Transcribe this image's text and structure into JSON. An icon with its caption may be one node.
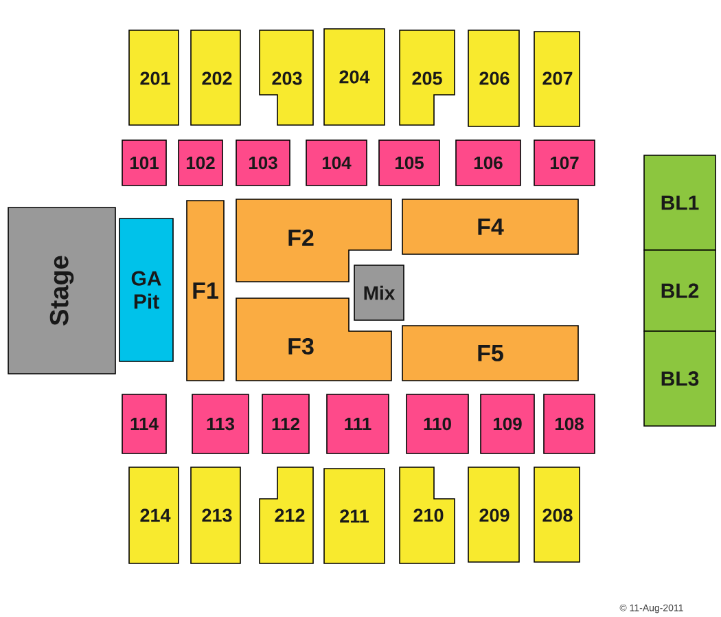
{
  "diagram": {
    "nodes": [
      {
        "text": [
          "201"
        ]
      },
      {
        "text": [
          "202"
        ]
      },
      {
        "text": [
          "203"
        ]
      },
      {
        "text": [
          "204"
        ]
      },
      {
        "text": [
          "205"
        ]
      },
      {
        "text": [
          "206"
        ]
      },
      {
        "text": [
          "207"
        ]
      },
      {
        "text": [
          "101"
        ]
      },
      {
        "text": [
          "102"
        ]
      },
      {
        "text": [
          "103"
        ]
      },
      {
        "text": [
          "104"
        ]
      },
      {
        "text": [
          "105"
        ]
      },
      {
        "text": [
          "106"
        ]
      },
      {
        "text": [
          "107"
        ]
      },
      {
        "text": [
          "Stage"
        ]
      },
      {
        "text": [
          "GA Pit"
        ]
      },
      {
        "text": [
          "F1"
        ]
      },
      {
        "text": [
          "F2"
        ]
      },
      {
        "text": [
          "F4"
        ]
      },
      {
        "text": [
          "Mix"
        ]
      },
      {
        "text": [
          "F3"
        ]
      },
      {
        "text": [
          "F5"
        ]
      },
      {
        "text": [
          "BL1"
        ]
      },
      {
        "text": [
          "BL2"
        ]
      },
      {
        "text": [
          "BL3"
        ]
      },
      {
        "text": [
          "114"
        ]
      },
      {
        "text": [
          "113"
        ]
      },
      {
        "text": [
          "112"
        ]
      },
      {
        "text": [
          "111"
        ]
      },
      {
        "text": [
          "110"
        ]
      },
      {
        "text": [
          "109"
        ]
      },
      {
        "text": [
          "108"
        ]
      },
      {
        "text": [
          "214"
        ]
      },
      {
        "text": [
          "213"
        ]
      },
      {
        "text": [
          "212"
        ]
      },
      {
        "text": [
          "211"
        ]
      },
      {
        "text": [
          "210"
        ]
      },
      {
        "text": [
          "209"
        ]
      },
      {
        "text": [
          "208"
        ]
      }
    ],
    "labels": [
      "© 11-Aug-2011"
    ]
  }
}
